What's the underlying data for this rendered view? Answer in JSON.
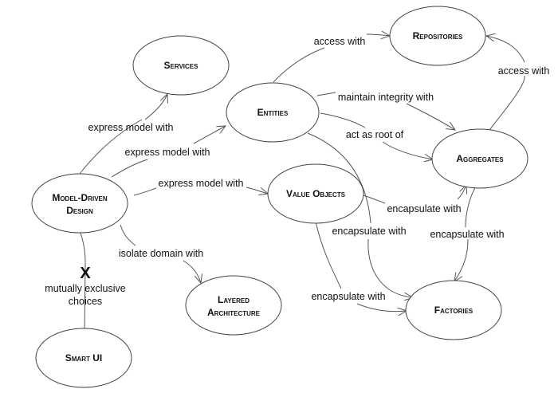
{
  "diagram": {
    "nodes": {
      "services": "Services",
      "repositories": "Repositories",
      "entities": "Entities",
      "aggregates": "Aggregates",
      "model_driven_design_line1": "Model-Driven",
      "model_driven_design_line2": "Design",
      "value_objects": "Value Objects",
      "layered_architecture_line1": "Layered",
      "layered_architecture_line2": "Architecture",
      "factories": "Factories",
      "smart_ui": "Smart UI"
    },
    "edges": {
      "mdd_to_services": "express model with",
      "mdd_to_entities": "express model with",
      "mdd_to_value_objects": "express model with",
      "mdd_to_layered": "isolate domain with",
      "entities_to_repositories": "access with",
      "entities_to_aggregates_integrity": "maintain integrity with",
      "entities_to_aggregates_root": "act as root of",
      "aggregates_to_repositories": "access with",
      "value_objects_to_aggregates": "encapsulate with",
      "entities_to_factories": "encapsulate with",
      "aggregates_to_factories": "encapsulate with",
      "value_objects_to_factories": "encapsulate with"
    },
    "exclusion": {
      "mark": "X",
      "label_line1": "mutually exclusive",
      "label_line2": "choices"
    }
  }
}
